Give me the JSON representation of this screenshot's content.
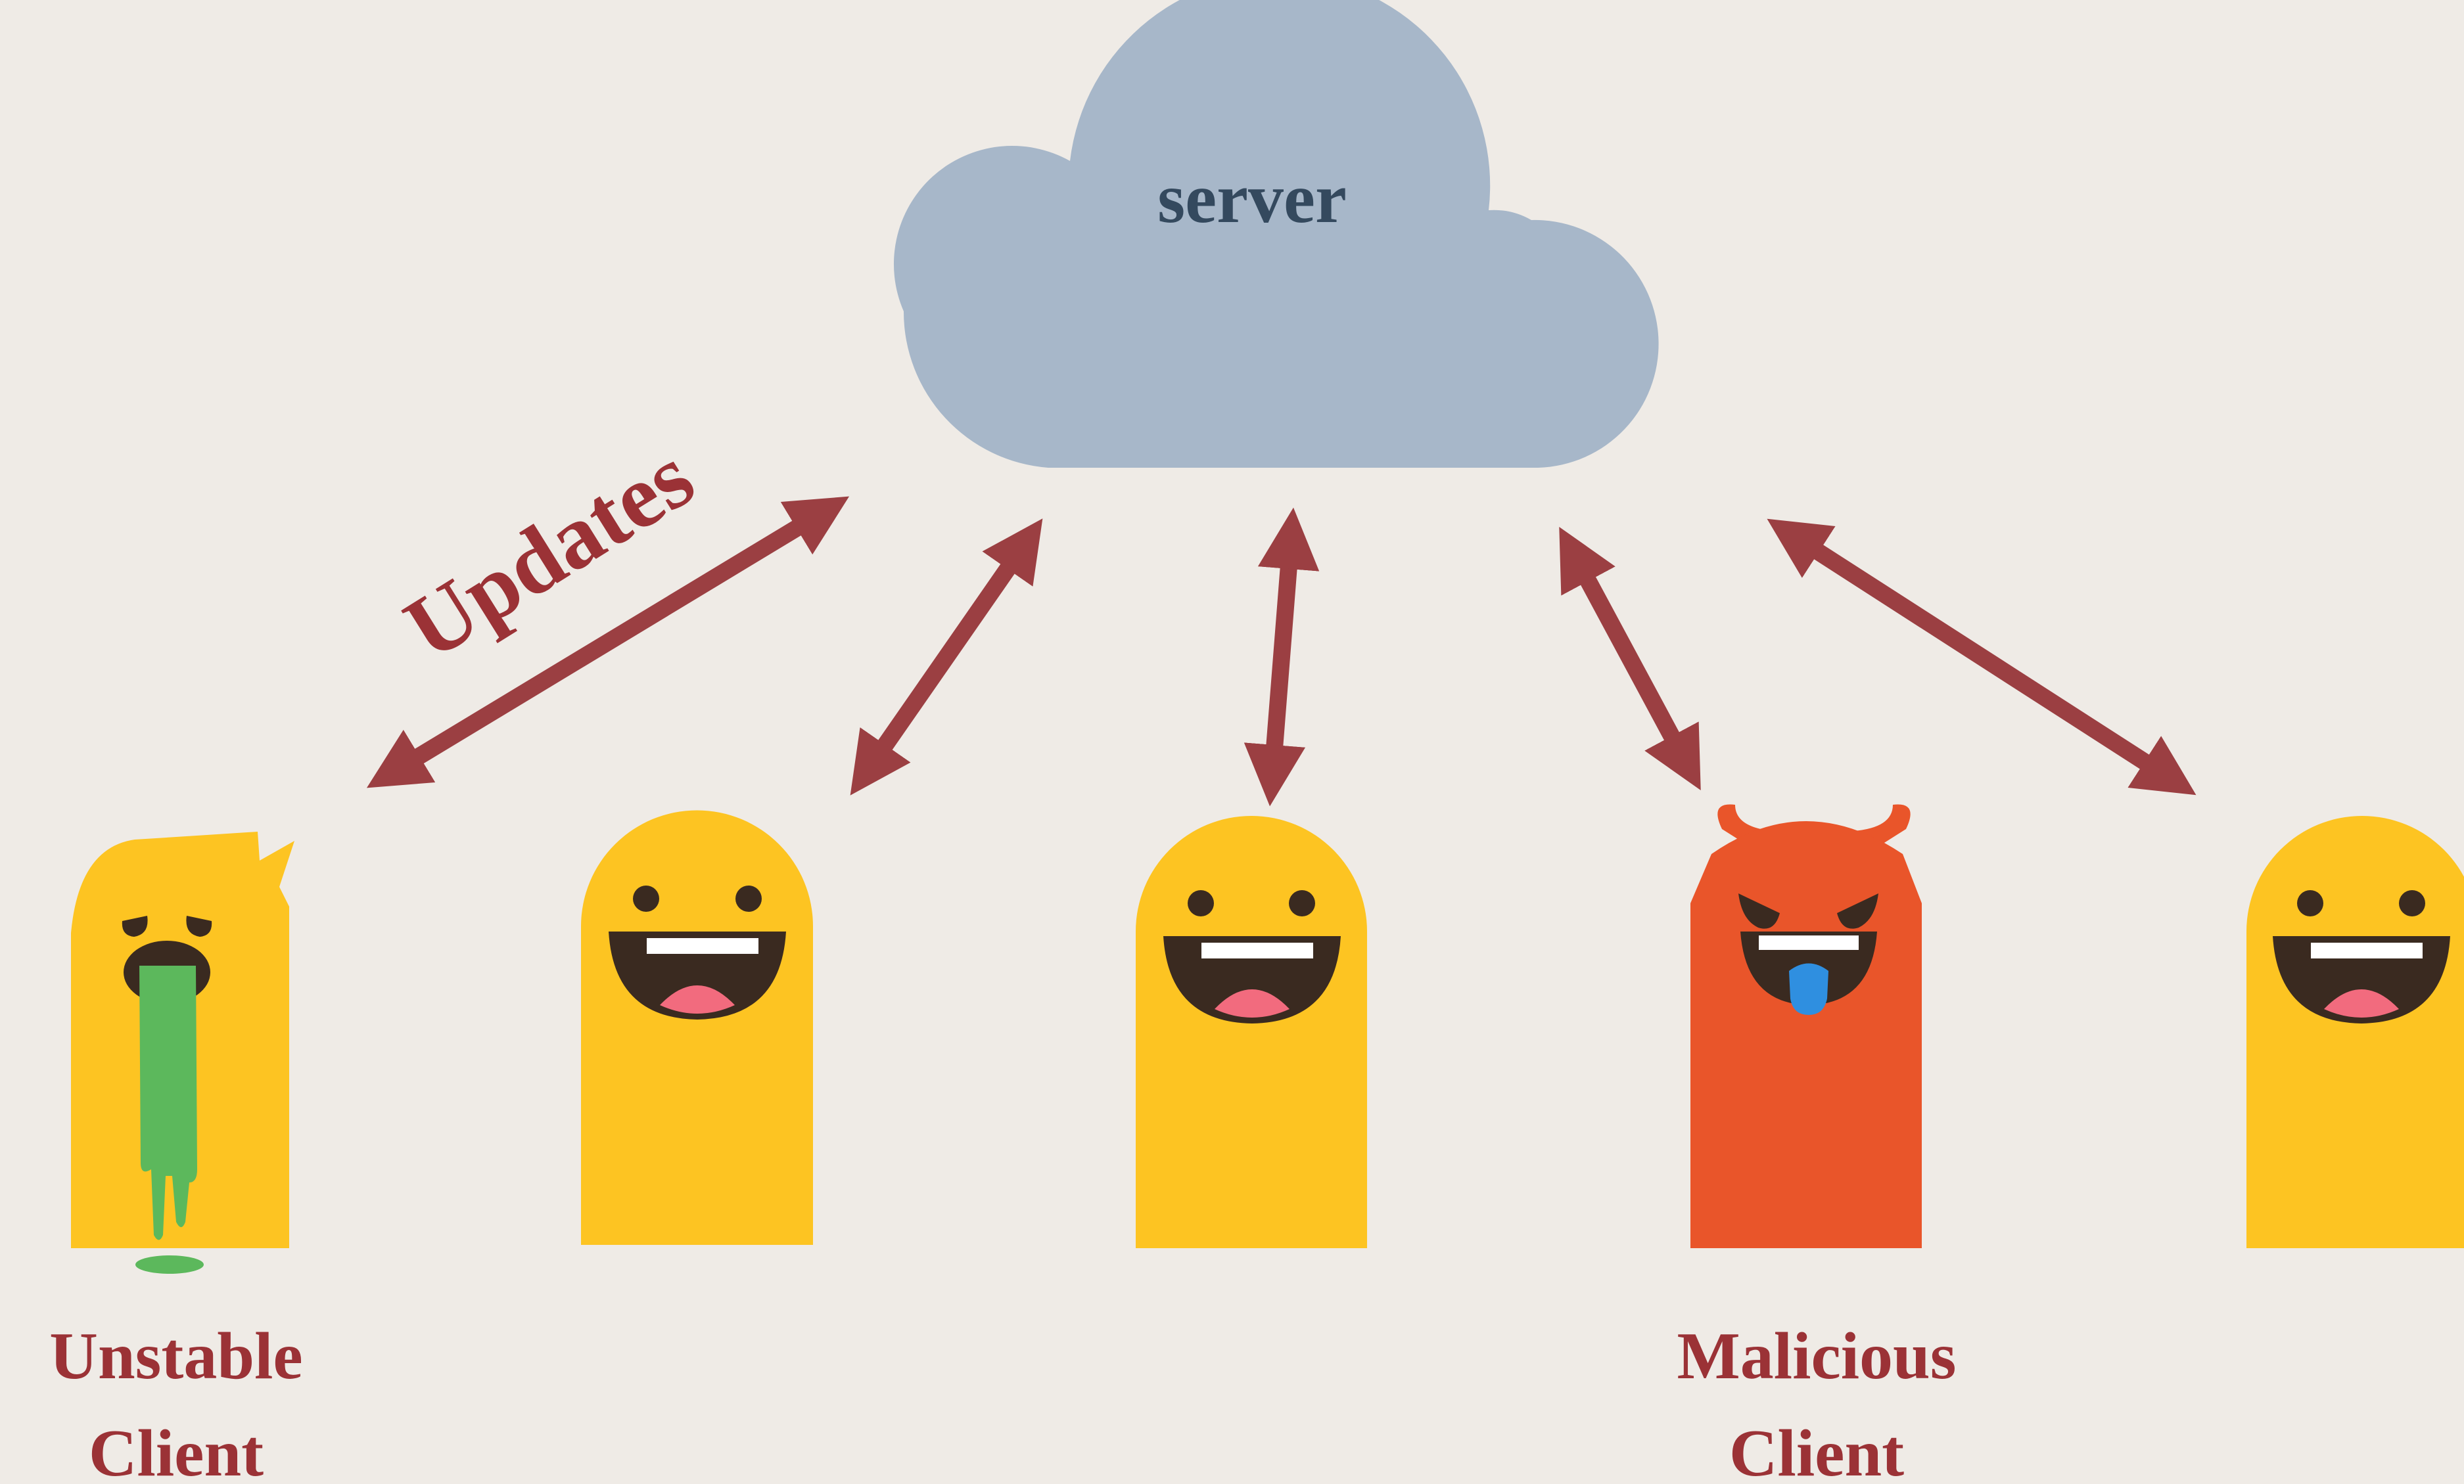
{
  "server": {
    "label": "server"
  },
  "edge_label": "Updates",
  "clients": [
    {
      "kind": "unstable",
      "label_lines": [
        "Unstable",
        "Client"
      ]
    },
    {
      "kind": "normal",
      "label_lines": []
    },
    {
      "kind": "normal",
      "label_lines": []
    },
    {
      "kind": "malicious",
      "label_lines": [
        "Malicious",
        "Client"
      ]
    },
    {
      "kind": "normal",
      "label_lines": []
    }
  ],
  "colors": {
    "background": "#efebe6",
    "cloud": "#a7b7c9",
    "server_text": "#34495e",
    "arrow": "#9b3f42",
    "label": "#9b3236",
    "client_body": "#fdc422",
    "malicious_body": "#e9552a",
    "vomit": "#5cb85c",
    "face_dark": "#3a2a20",
    "tongue": "#f26b7e",
    "devil_tongue": "#2f8fe0"
  }
}
